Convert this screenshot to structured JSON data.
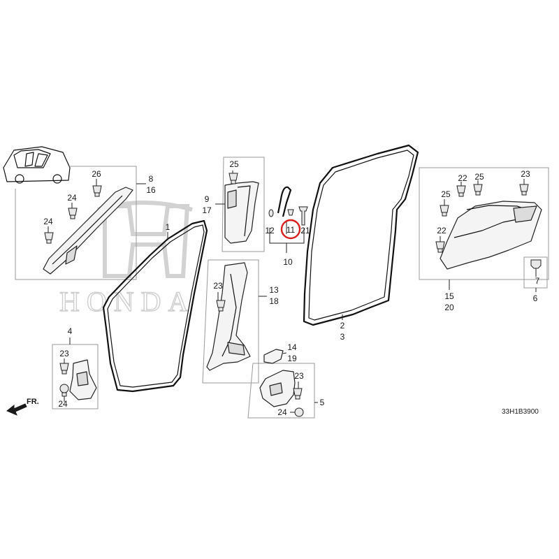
{
  "diagram": {
    "code": "33H1B3900",
    "front_label": "FR.",
    "highlight_color": "#d81e1e",
    "line_color": "#222222",
    "box_color": "#9a9a9a",
    "watermark": "HONDA",
    "callouts": {
      "c1": "1",
      "c2": "2",
      "c3": "3",
      "c4": "4",
      "c5": "5",
      "c6": "6",
      "c7": "7",
      "c8": "8",
      "c16": "16",
      "c9": "9",
      "c17": "17",
      "c10": "10",
      "c11": "11",
      "c12": "12",
      "c21": "21",
      "c13": "13",
      "c18": "18",
      "c14": "14",
      "c19": "19",
      "c15": "15",
      "c20": "20",
      "c22a": "22",
      "c22b": "22",
      "c23a": "23",
      "c23b": "23",
      "c23c": "23",
      "c23d": "23",
      "c24a": "24",
      "c24b": "24",
      "c24c": "24",
      "c24d": "24",
      "c25a": "25",
      "c25b": "25",
      "c25c": "25",
      "c26": "26"
    }
  }
}
